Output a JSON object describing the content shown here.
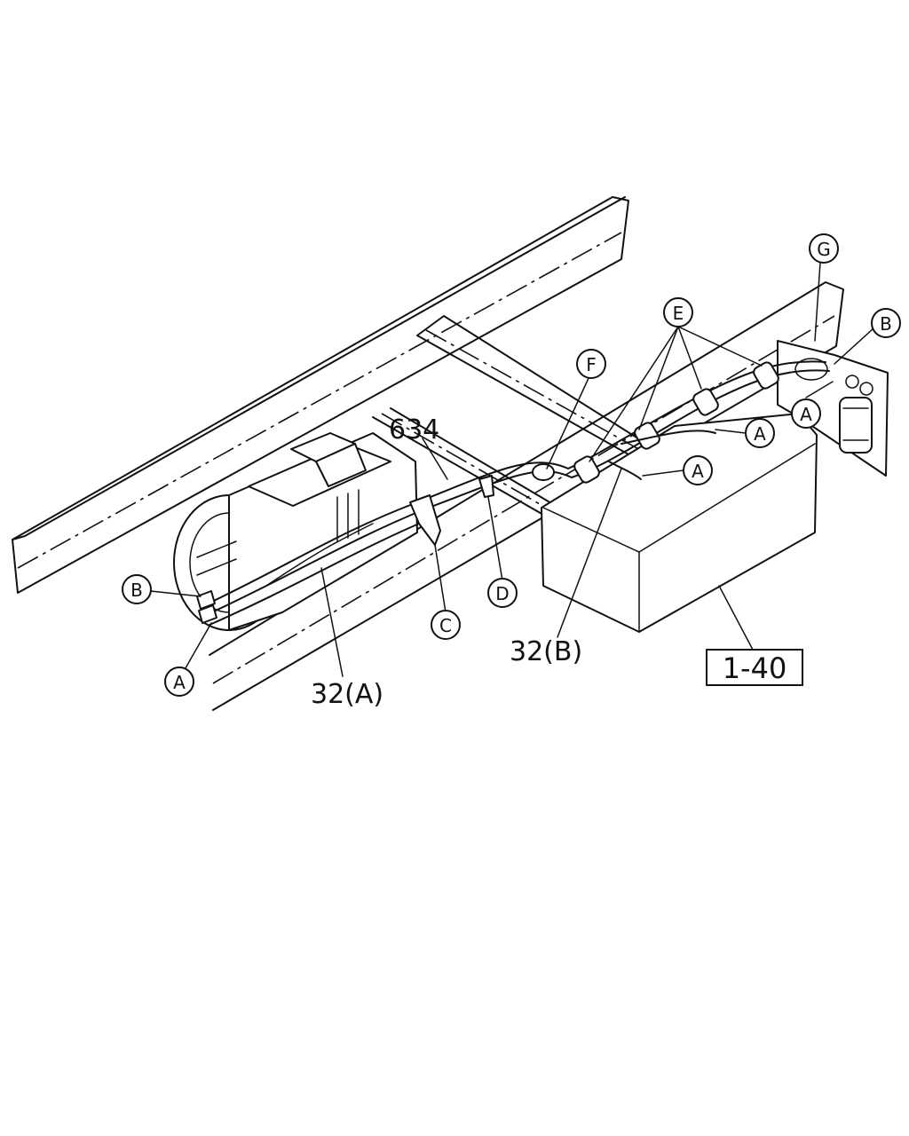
{
  "callouts": {
    "g_top": "G",
    "e_top": "E",
    "b_right": "B",
    "f_mid": "F",
    "a_right_top": "A",
    "a_mid_upper": "A",
    "a_mid_lower": "A",
    "b_left": "B",
    "a_left": "A",
    "c_clip": "C",
    "d_clip": "D"
  },
  "part_numbers": {
    "p634": "634",
    "p32a": "32(A)",
    "p32b": "32(B)"
  },
  "reference": {
    "ref_1_40": "1-40"
  }
}
